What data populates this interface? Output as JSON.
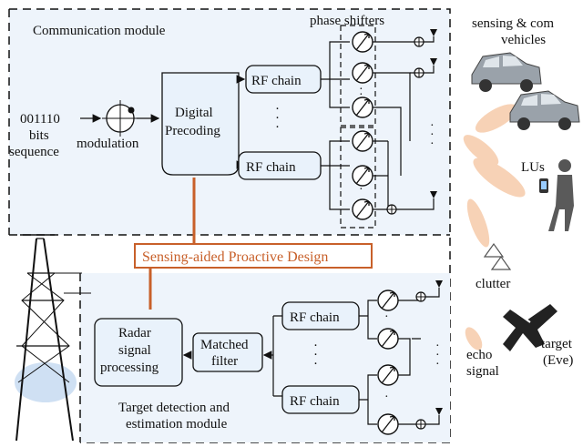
{
  "labels": {
    "comm_module": "Communication module",
    "phase_shifters": "phase shifters",
    "bits": "001110",
    "bits2": "bits",
    "bits3": "sequence",
    "modulation": "modulation",
    "digital": "Digital",
    "precoding": "Precoding",
    "rf_chain": "RF chain",
    "dots": "·",
    "sensing_vehicles_1": "sensing & com",
    "sensing_vehicles_2": "vehicles",
    "lus": "LUs",
    "proactive": "Sensing-aided Proactive Design",
    "clutter": "clutter",
    "radar1": "Radar",
    "radar2": "signal",
    "radar3": "processing",
    "matched1": "Matched",
    "matched2": "filter",
    "target_title1": "Target detection and",
    "target_title2": "estimation module",
    "echo1": "echo",
    "echo2": "signal",
    "target1": "target",
    "target2": "(Eve)"
  },
  "colors": {
    "module_fill": "#eef4fb",
    "box_fill": "#e9f2fb",
    "accent_orange": "#c8602a",
    "beam": "#f6c8a4",
    "car": "#9aa2aa"
  }
}
